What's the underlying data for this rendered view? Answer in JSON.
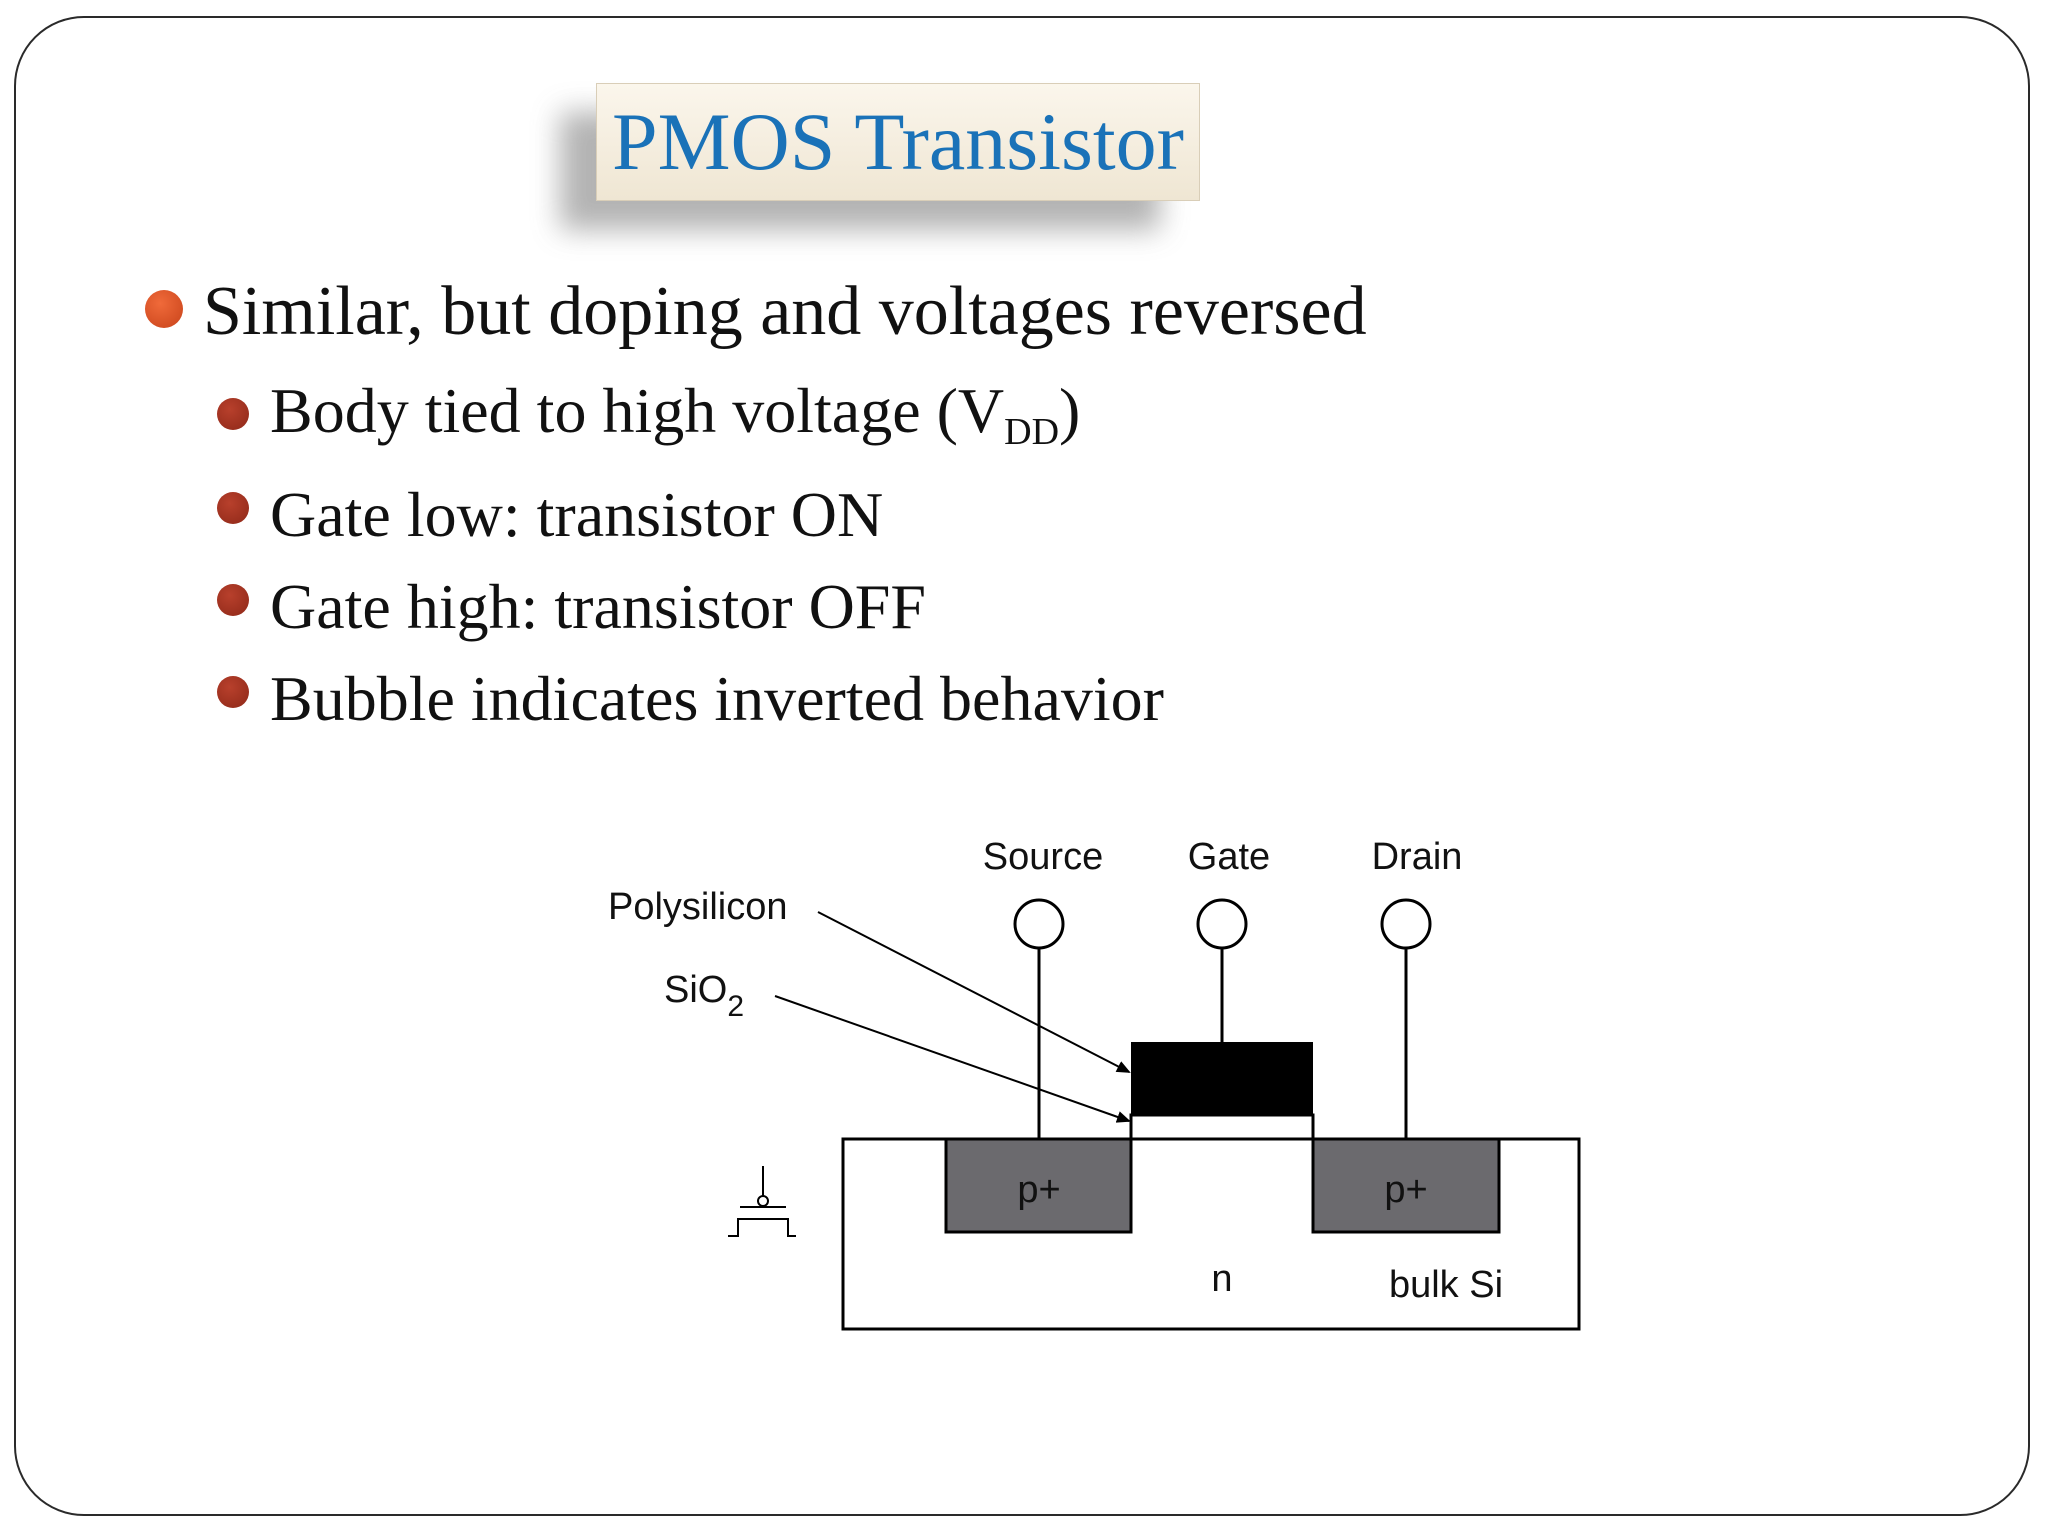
{
  "slide": {
    "title": "PMOS Transistor",
    "bullets": {
      "main": "Similar, but doping and voltages reversed",
      "sub": [
        {
          "text": "Body tied to high voltage (V",
          "subscript": "DD",
          "suffix": ")"
        },
        {
          "text": "Gate low: transistor ON"
        },
        {
          "text": "Gate high: transistor OFF"
        },
        {
          "text": "Bubble indicates inverted behavior"
        }
      ]
    }
  },
  "diagram": {
    "terminals": {
      "source": "Source",
      "gate": "Gate",
      "drain": "Drain"
    },
    "callouts": {
      "polysilicon": "Polysilicon",
      "sio2_main": "SiO",
      "sio2_sub": "2"
    },
    "regions": {
      "left_diffusion": "p+",
      "right_diffusion": "p+",
      "well": "n",
      "substrate": "bulk Si"
    },
    "colors": {
      "diffusion": "#6b6a6e",
      "gate": "#000000",
      "title": "#1a72b8",
      "bullet_main": "#e0552a",
      "bullet_sub": "#a8321f"
    },
    "icons": [
      "pmos-symbol-icon"
    ]
  }
}
